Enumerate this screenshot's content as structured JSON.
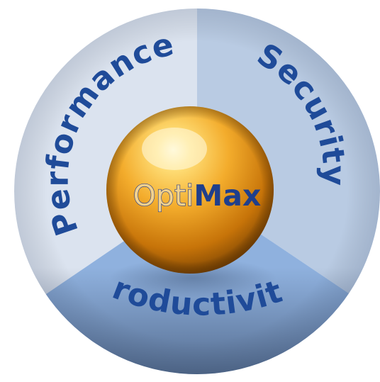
{
  "diagram": {
    "segments": [
      {
        "label": "Performance",
        "color": "#dbe3ef"
      },
      {
        "label": "Security",
        "color": "#b9cbe3"
      },
      {
        "label": "Productivity",
        "color": "#8fb1de"
      }
    ],
    "center": {
      "title_part1": "Opti",
      "title_part2": "Max",
      "sphere_color": "#f0a020",
      "title_part1_color": "#f2d28e",
      "title_part2_color": "#1f3f8c"
    },
    "label_color": "#1f4b99"
  }
}
